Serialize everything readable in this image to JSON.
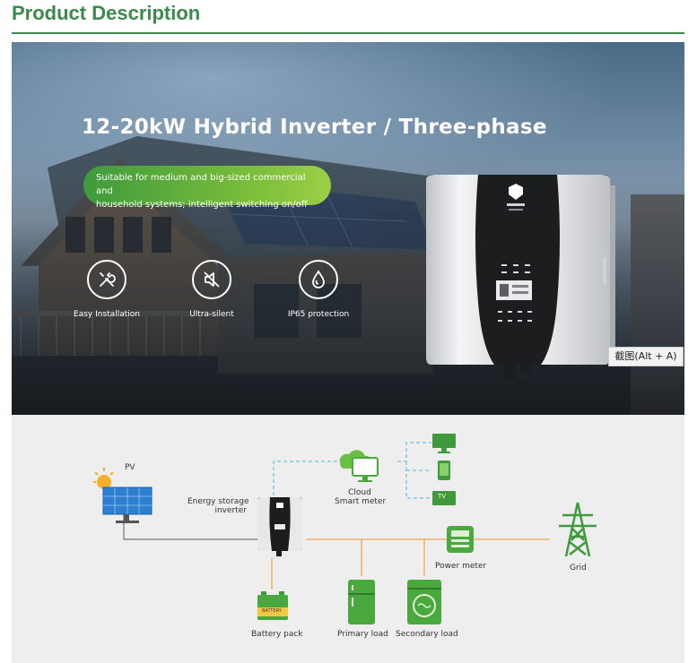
{
  "section": {
    "title": "Product Description"
  },
  "hero": {
    "title": "12-20kW Hybrid Inverter / Three-phase",
    "pill_line1": "Suitable for medium and big-sized commercial and",
    "pill_line2": "household systems; intelligent switching on/off",
    "features": [
      {
        "label": "Easy Installation",
        "icon": "tools-icon"
      },
      {
        "label": "Ultra-silent",
        "icon": "mute-icon"
      },
      {
        "label": "IP65 protection",
        "icon": "water-drop-icon"
      }
    ],
    "tooltip": "截图(Alt + A)"
  },
  "diagram": {
    "pv": "PV",
    "inverter_line1": "Energy storage",
    "inverter_line2": "inverter",
    "cloud_line1": "Cloud",
    "cloud_line2": "Smart meter",
    "tv": "TV",
    "power_meter": "Power meter",
    "grid": "Grid",
    "battery_pack": "Battery pack",
    "battery_text": "BATTERY",
    "primary_load": "Primary load",
    "secondary_load": "Secondary load"
  },
  "colors": {
    "accent": "#3b8a4a",
    "green": "#4aa83f",
    "orange": "#f5a04a",
    "cyan": "#4bb7d6"
  }
}
